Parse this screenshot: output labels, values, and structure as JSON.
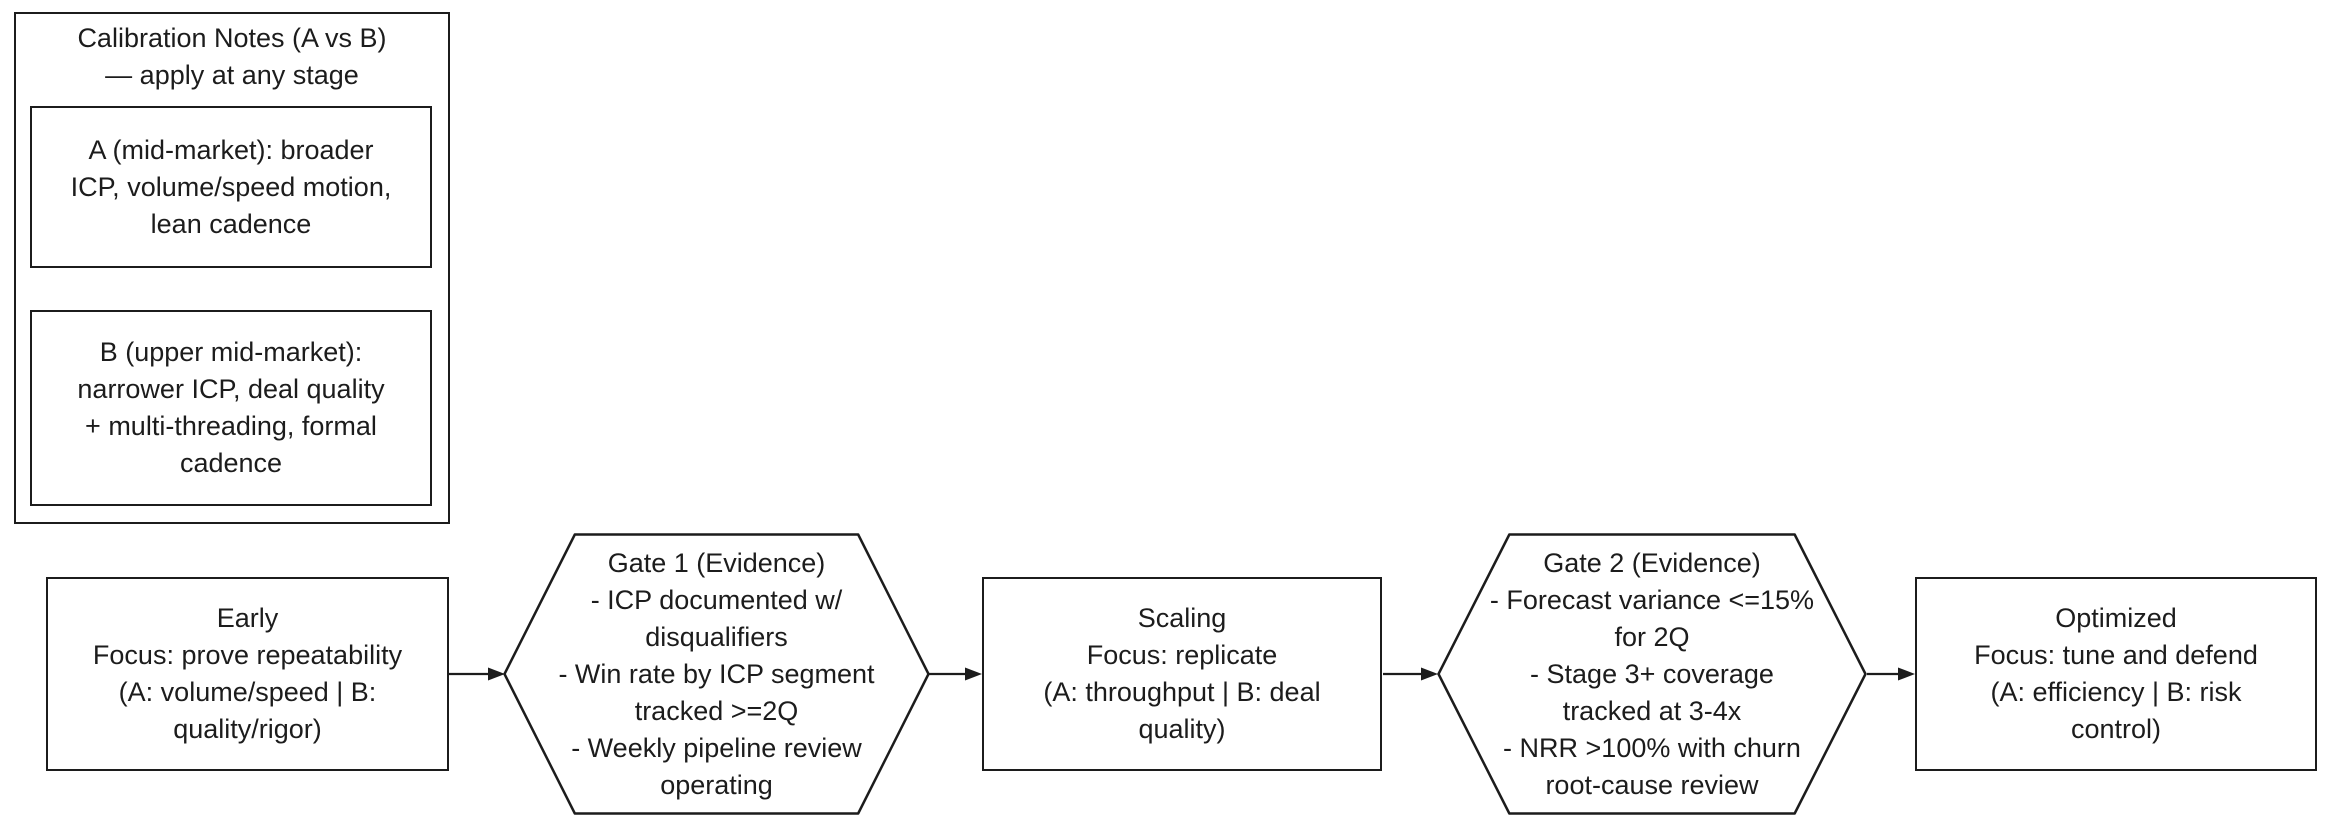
{
  "colors": {
    "stroke": "#1c1c1c",
    "text": "#1c1c1c",
    "background": "#ffffff",
    "node_fill": "#ffffff"
  },
  "cluster": {
    "title_lines": [
      "Calibration Notes (A vs B)",
      "— apply at any stage"
    ],
    "notes": [
      {
        "id": "note-a",
        "lines": [
          "A (mid-market): broader",
          "ICP, volume/speed motion,",
          "lean cadence"
        ]
      },
      {
        "id": "note-b",
        "lines": [
          "B (upper mid-market):",
          "narrower ICP, deal quality",
          "+ multi-threading, formal",
          "cadence"
        ]
      }
    ]
  },
  "flow": {
    "nodes": [
      {
        "id": "early",
        "shape": "rect",
        "lines": [
          "Early",
          "Focus: prove repeatability",
          "(A: volume/speed | B:",
          "quality/rigor)"
        ]
      },
      {
        "id": "gate1",
        "shape": "hexagon",
        "lines": [
          "Gate 1 (Evidence)",
          "- ICP documented w/",
          "disqualifiers",
          "- Win rate by ICP segment",
          "tracked >=2Q",
          "- Weekly pipeline review",
          "operating"
        ]
      },
      {
        "id": "scaling",
        "shape": "rect",
        "lines": [
          "Scaling",
          "Focus: replicate",
          "(A: throughput | B: deal",
          "quality)"
        ]
      },
      {
        "id": "gate2",
        "shape": "hexagon",
        "lines": [
          "Gate 2 (Evidence)",
          "- Forecast variance <=15%",
          "for 2Q",
          "- Stage 3+ coverage",
          "tracked at 3-4x",
          "- NRR >100% with churn",
          "root-cause review"
        ]
      },
      {
        "id": "optimized",
        "shape": "rect",
        "lines": [
          "Optimized",
          "Focus: tune and defend",
          "(A: efficiency | B: risk",
          "control)"
        ]
      }
    ],
    "edges": [
      {
        "from": "early",
        "to": "gate1"
      },
      {
        "from": "gate1",
        "to": "scaling"
      },
      {
        "from": "scaling",
        "to": "gate2"
      },
      {
        "from": "gate2",
        "to": "optimized"
      }
    ]
  }
}
